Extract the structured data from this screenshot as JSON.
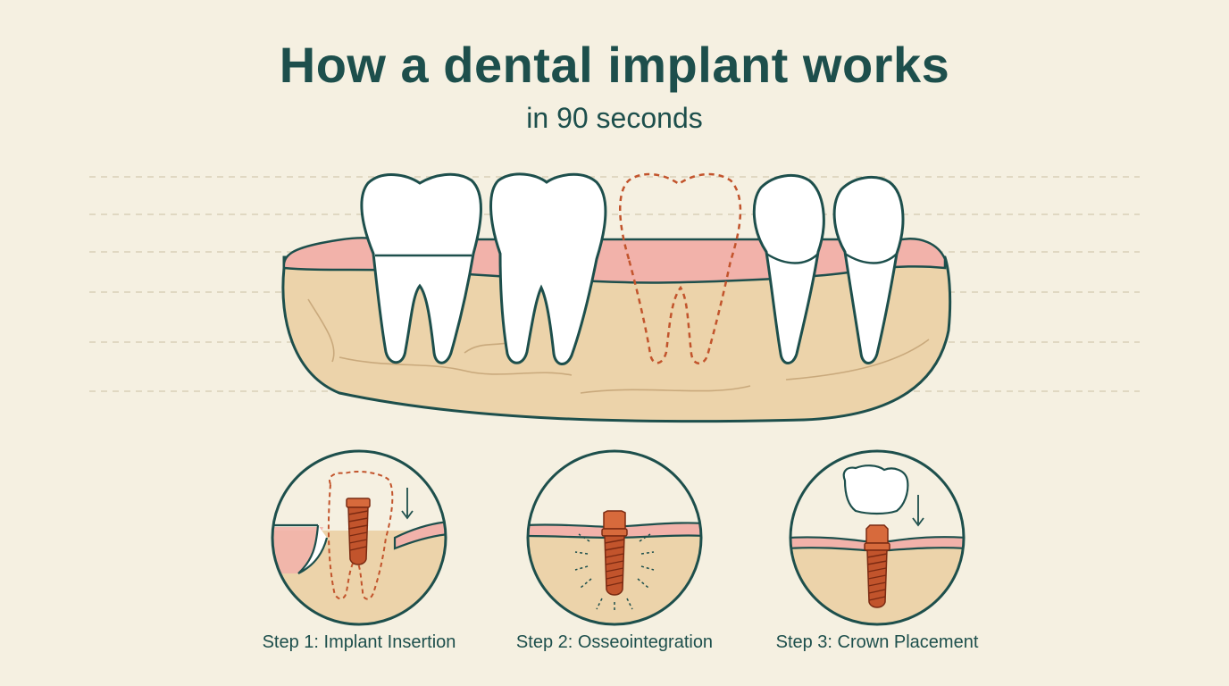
{
  "header": {
    "title": "How a dental implant works",
    "subtitle": "in 90 seconds"
  },
  "steps": [
    {
      "label": "Step 1: Implant Insertion"
    },
    {
      "label": "Step 2: Osseointegration"
    },
    {
      "label": "Step 3: Crown Placement"
    }
  ],
  "colors": {
    "ink": "#1d4f4c",
    "background": "#f5f0e1",
    "bone": "#ecd3aa",
    "gum": "#f2b2aa",
    "tooth": "#ffffff",
    "implant": "#c2542c",
    "missing_outline": "#c2542c"
  }
}
